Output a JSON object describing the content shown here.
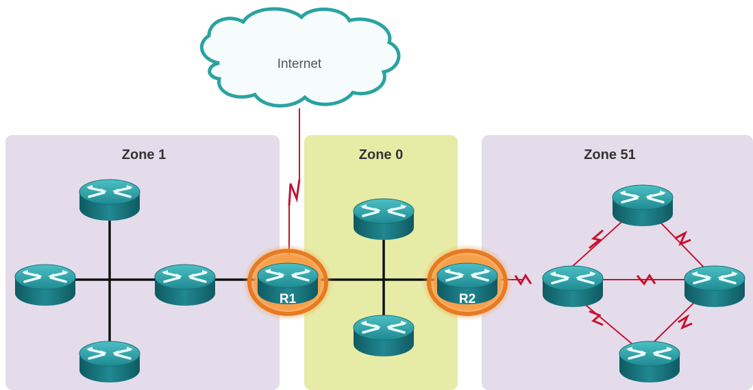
{
  "cloud": {
    "label": "Internet"
  },
  "zones": [
    {
      "label": "Zone 1",
      "color": "#e4dcea"
    },
    {
      "label": "Zone 0",
      "color": "#e6eca6"
    },
    {
      "label": "Zone 51",
      "color": "#e4dcea"
    }
  ],
  "routers": {
    "r1": {
      "label": "R1"
    },
    "r2": {
      "label": "R2"
    }
  },
  "colors": {
    "router_top": "#2c9aa0",
    "router_body": "#1b6f77",
    "highlight": "#e87a22",
    "ethernet_link": "#111111",
    "serial_link": "#c8102e",
    "cloud_stroke": "#2aa3a0"
  },
  "icons": [
    "cloud-icon",
    "router-icon",
    "serial-link-icon"
  ]
}
